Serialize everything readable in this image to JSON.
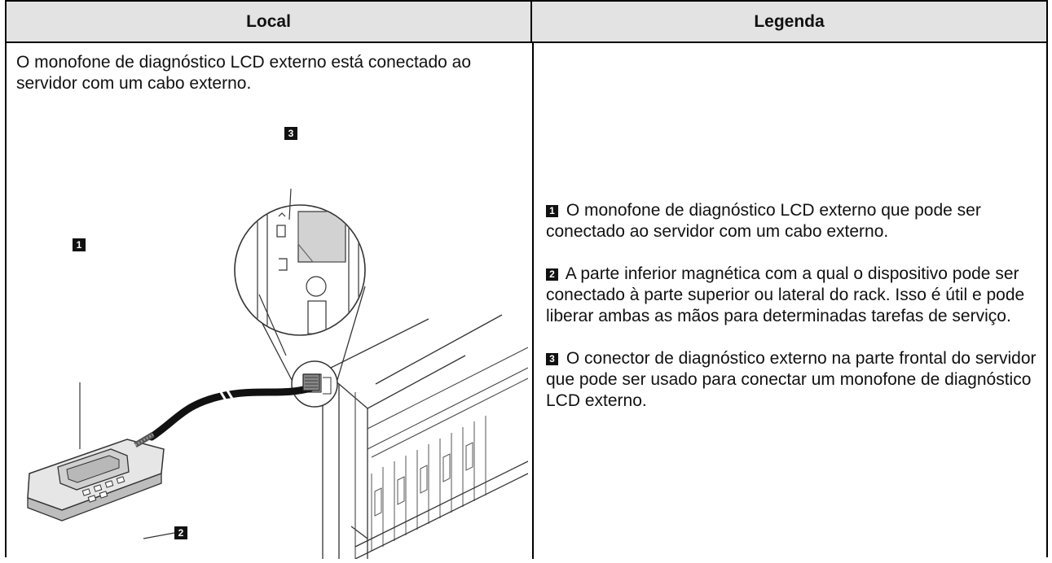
{
  "table": {
    "headers": {
      "local": "Local",
      "legend": "Legenda"
    },
    "intro_text": "O monofone de diagnóstico LCD externo está conectado ao servidor com um cabo externo.",
    "callouts": {
      "c1": "1",
      "c2": "2",
      "c3": "3"
    },
    "legend_items": [
      {
        "num": "1",
        "text": "O monofone de diagnóstico LCD externo que pode ser conectado ao servidor com um cabo externo."
      },
      {
        "num": "2",
        "text": "A parte inferior magnética com a qual o dispositivo pode ser conectado à parte superior ou lateral do rack. Isso é útil e pode liberar ambas as mãos para determinadas tarefas de serviço."
      },
      {
        "num": "3",
        "text": "O conector de diagnóstico externo na parte frontal do servidor que pode ser usado para conectar um monofone de diagnóstico LCD externo."
      }
    ]
  }
}
